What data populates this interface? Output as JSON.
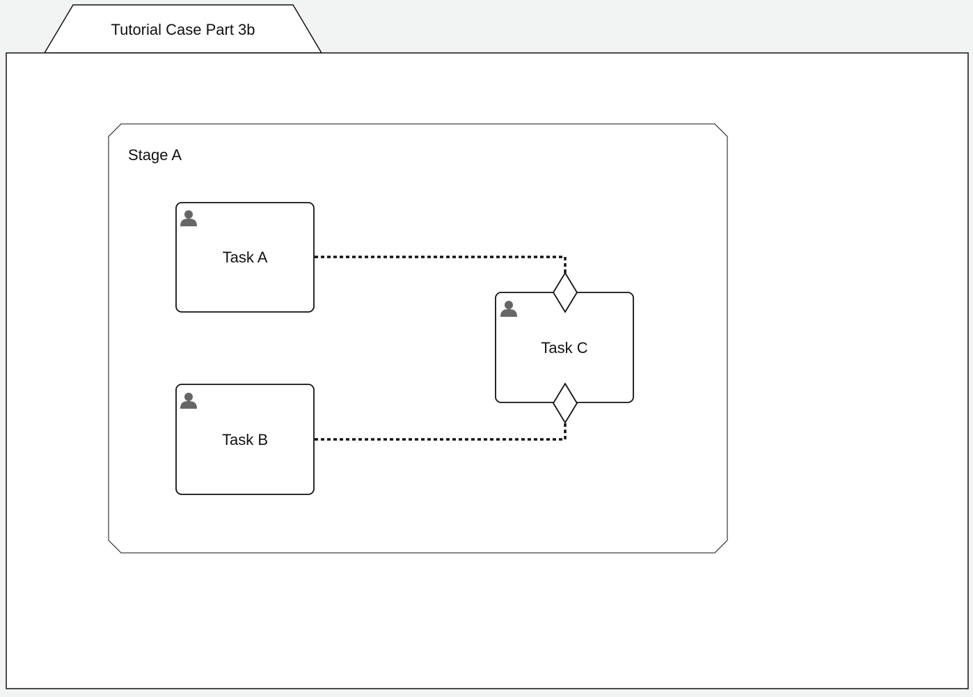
{
  "case": {
    "name": "Tutorial Case Part 3b"
  },
  "stage": {
    "name": "Stage A"
  },
  "tasks": [
    {
      "name": "Task A",
      "type": "human-task",
      "icon": "user-icon"
    },
    {
      "name": "Task B",
      "type": "human-task",
      "icon": "user-icon"
    },
    {
      "name": "Task C",
      "type": "human-task",
      "icon": "user-icon"
    }
  ],
  "connectors": [
    {
      "from": "Task A",
      "to": "Task C",
      "style": "dotted",
      "entry_criterion": "entry-criterion-diamond-top"
    },
    {
      "from": "Task B",
      "to": "Task C",
      "style": "dotted",
      "entry_criterion": "entry-criterion-diamond-bottom"
    }
  ],
  "colors": {
    "background": "#f2f4f3",
    "case_fill": "#ffffff",
    "stroke": "#111111",
    "icon": "#666666"
  }
}
